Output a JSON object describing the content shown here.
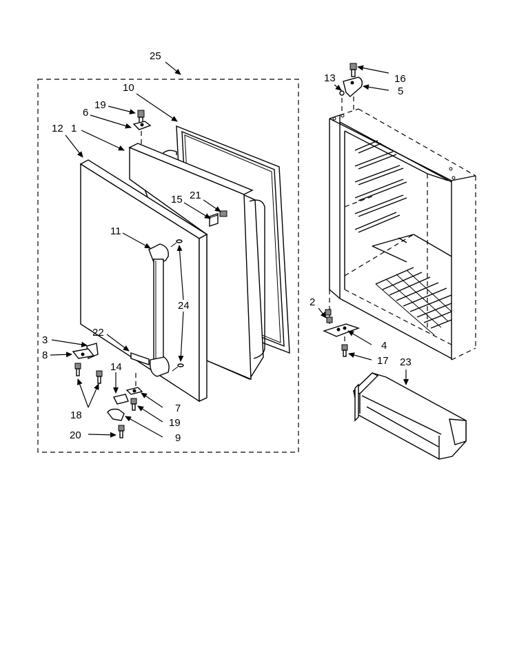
{
  "callouts": [
    {
      "id": "c25",
      "text": "25"
    },
    {
      "id": "c10",
      "text": "10"
    },
    {
      "id": "c19a",
      "text": "19"
    },
    {
      "id": "c6",
      "text": "6"
    },
    {
      "id": "c12",
      "text": "12"
    },
    {
      "id": "c1",
      "text": "1"
    },
    {
      "id": "c15",
      "text": "15"
    },
    {
      "id": "c21",
      "text": "21"
    },
    {
      "id": "c11",
      "text": "11"
    },
    {
      "id": "c24",
      "text": "24"
    },
    {
      "id": "c3",
      "text": "3"
    },
    {
      "id": "c22",
      "text": "22"
    },
    {
      "id": "c8",
      "text": "8"
    },
    {
      "id": "c14",
      "text": "14"
    },
    {
      "id": "c18",
      "text": "18"
    },
    {
      "id": "c7",
      "text": "7"
    },
    {
      "id": "c19b",
      "text": "19"
    },
    {
      "id": "c9",
      "text": "9"
    },
    {
      "id": "c20",
      "text": "20"
    },
    {
      "id": "c13",
      "text": "13"
    },
    {
      "id": "c16",
      "text": "16"
    },
    {
      "id": "c5",
      "text": "5"
    },
    {
      "id": "c2",
      "text": "2"
    },
    {
      "id": "c4",
      "text": "4"
    },
    {
      "id": "c17",
      "text": "17"
    },
    {
      "id": "c23",
      "text": "23"
    }
  ]
}
